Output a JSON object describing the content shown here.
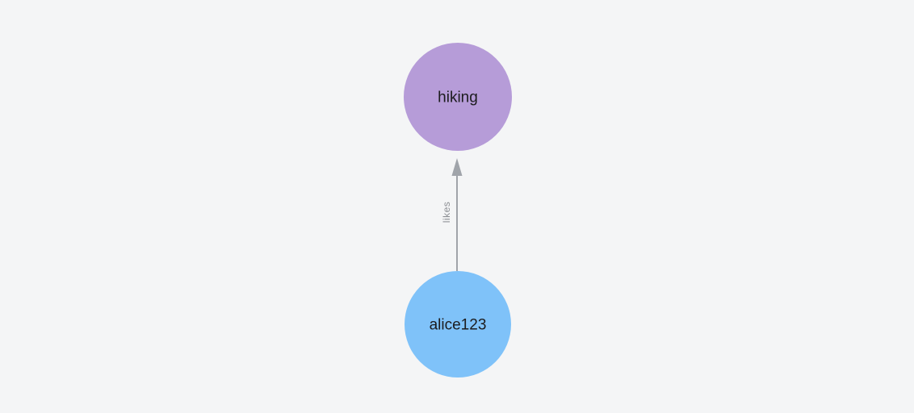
{
  "canvas": {
    "background": "#f4f5f6"
  },
  "graph": {
    "nodes": [
      {
        "id": "hiking",
        "label": "hiking",
        "color": "#b69cd8",
        "text_color": "#1c1c1e"
      },
      {
        "id": "alice123",
        "label": "alice123",
        "color": "#7fc2f9",
        "text_color": "#1c1c1e"
      }
    ],
    "edges": [
      {
        "from": "alice123",
        "to": "hiking",
        "label": "likes",
        "color": "#a0a4aa",
        "label_color": "#8b8e93",
        "direction": "up",
        "arrowhead": "arrow-up-icon"
      }
    ]
  }
}
